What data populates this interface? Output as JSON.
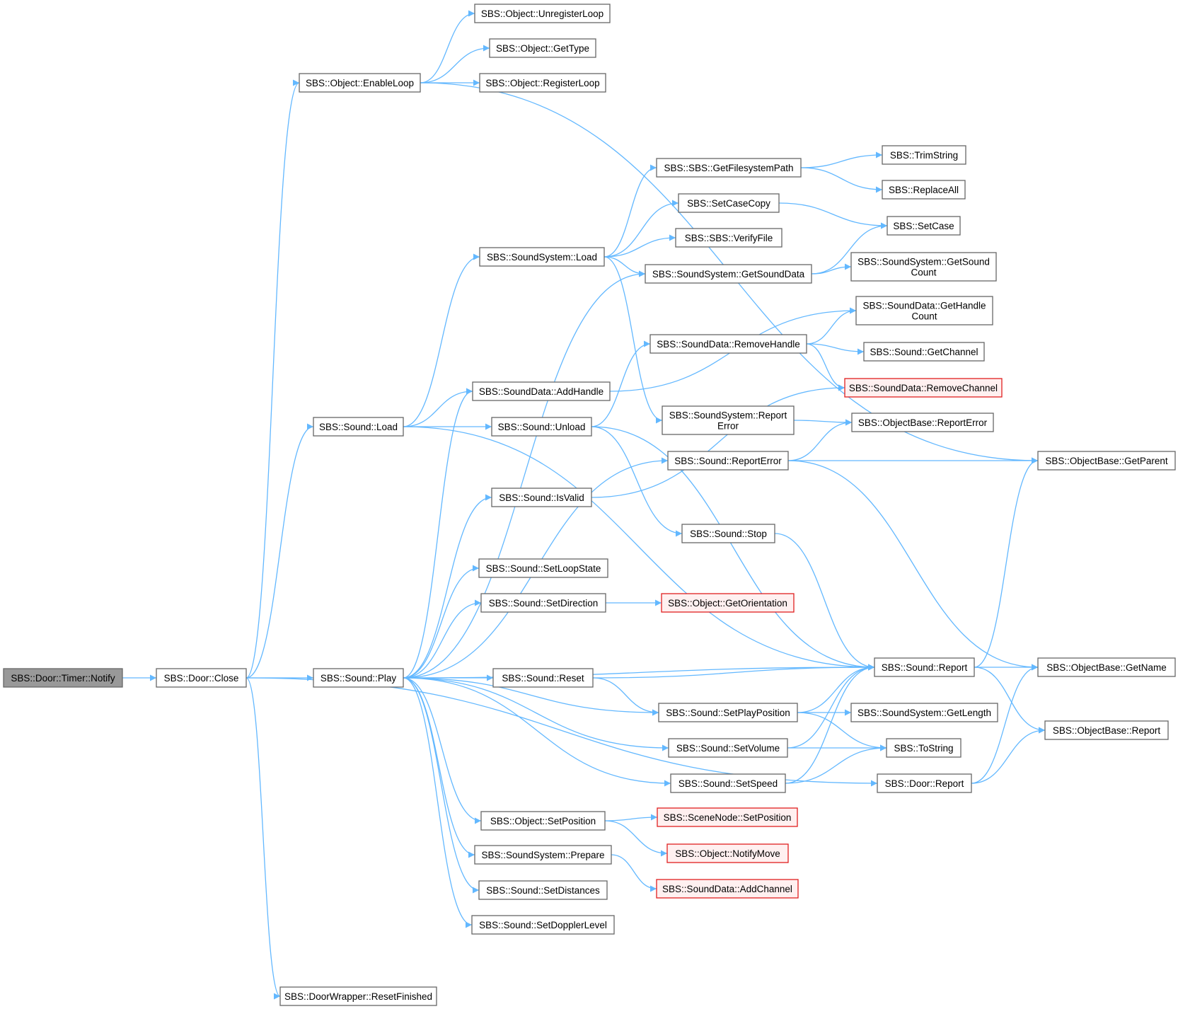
{
  "graph": {
    "colors": {
      "edge": "#63b8ff",
      "node_border": "#666666",
      "root_fill": "#999999",
      "red_border": "#e02020",
      "red_fill": "#fff0f0"
    },
    "nodes": [
      {
        "id": "notify",
        "label": [
          "SBS::Door::Timer::Notify"
        ],
        "root": true
      },
      {
        "id": "close",
        "label": [
          "SBS::Door::Close"
        ]
      },
      {
        "id": "enableloop",
        "label": [
          "SBS::Object::EnableLoop"
        ]
      },
      {
        "id": "unregloop",
        "label": [
          "SBS::Object::UnregisterLoop"
        ]
      },
      {
        "id": "gettype",
        "label": [
          "SBS::Object::GetType"
        ]
      },
      {
        "id": "regloop",
        "label": [
          "SBS::Object::RegisterLoop"
        ]
      },
      {
        "id": "sndload",
        "label": [
          "SBS::Sound::Load"
        ]
      },
      {
        "id": "sndplay",
        "label": [
          "SBS::Sound::Play"
        ]
      },
      {
        "id": "resetfinished",
        "label": [
          "SBS::DoorWrapper::ResetFinished"
        ]
      },
      {
        "id": "ssload",
        "label": [
          "SBS::SoundSystem::Load"
        ]
      },
      {
        "id": "getfspath",
        "label": [
          "SBS::SBS::GetFilesystemPath"
        ]
      },
      {
        "id": "setcasecopy",
        "label": [
          "SBS::SetCaseCopy"
        ]
      },
      {
        "id": "verifyfile",
        "label": [
          "SBS::SBS::VerifyFile"
        ]
      },
      {
        "id": "getsounddata",
        "label": [
          "SBS::SoundSystem::GetSoundData"
        ]
      },
      {
        "id": "trimstring",
        "label": [
          "SBS::TrimString"
        ]
      },
      {
        "id": "replaceall",
        "label": [
          "SBS::ReplaceAll"
        ]
      },
      {
        "id": "setcase",
        "label": [
          "SBS::SetCase"
        ]
      },
      {
        "id": "getsoundcount",
        "label": [
          "SBS::SoundSystem::GetSound",
          "Count"
        ]
      },
      {
        "id": "gethandlecount",
        "label": [
          "SBS::SoundData::GetHandle",
          "Count"
        ]
      },
      {
        "id": "removehandle",
        "label": [
          "SBS::SoundData::RemoveHandle"
        ]
      },
      {
        "id": "getchannel",
        "label": [
          "SBS::Sound::GetChannel"
        ]
      },
      {
        "id": "removechannel",
        "label": [
          "SBS::SoundData::RemoveChannel"
        ],
        "red": true
      },
      {
        "id": "addhandle",
        "label": [
          "SBS::SoundData::AddHandle"
        ]
      },
      {
        "id": "unload",
        "label": [
          "SBS::Sound::Unload"
        ]
      },
      {
        "id": "ssreporterror",
        "label": [
          "SBS::SoundSystem::Report",
          "Error"
        ]
      },
      {
        "id": "obreporterror",
        "label": [
          "SBS::ObjectBase::ReportError"
        ]
      },
      {
        "id": "sndreporterror",
        "label": [
          "SBS::Sound::ReportError"
        ]
      },
      {
        "id": "getparent",
        "label": [
          "SBS::ObjectBase::GetParent"
        ]
      },
      {
        "id": "isvalid",
        "label": [
          "SBS::Sound::IsValid"
        ]
      },
      {
        "id": "stop",
        "label": [
          "SBS::Sound::Stop"
        ]
      },
      {
        "id": "setloopstate",
        "label": [
          "SBS::Sound::SetLoopState"
        ]
      },
      {
        "id": "setdirection",
        "label": [
          "SBS::Sound::SetDirection"
        ]
      },
      {
        "id": "getorientation",
        "label": [
          "SBS::Object::GetOrientation"
        ],
        "red": true
      },
      {
        "id": "sndreport",
        "label": [
          "SBS::Sound::Report"
        ]
      },
      {
        "id": "getname",
        "label": [
          "SBS::ObjectBase::GetName"
        ]
      },
      {
        "id": "reset",
        "label": [
          "SBS::Sound::Reset"
        ]
      },
      {
        "id": "setplaypos",
        "label": [
          "SBS::Sound::SetPlayPosition"
        ]
      },
      {
        "id": "getlength",
        "label": [
          "SBS::SoundSystem::GetLength"
        ]
      },
      {
        "id": "obreport",
        "label": [
          "SBS::ObjectBase::Report"
        ]
      },
      {
        "id": "setvolume",
        "label": [
          "SBS::Sound::SetVolume"
        ]
      },
      {
        "id": "tostring",
        "label": [
          "SBS::ToString"
        ]
      },
      {
        "id": "setspeed",
        "label": [
          "SBS::Sound::SetSpeed"
        ]
      },
      {
        "id": "doorreport",
        "label": [
          "SBS::Door::Report"
        ]
      },
      {
        "id": "setposition",
        "label": [
          "SBS::Object::SetPosition"
        ]
      },
      {
        "id": "snsetposition",
        "label": [
          "SBS::SceneNode::SetPosition"
        ],
        "red": true
      },
      {
        "id": "notifymove",
        "label": [
          "SBS::Object::NotifyMove"
        ],
        "red": true
      },
      {
        "id": "prepare",
        "label": [
          "SBS::SoundSystem::Prepare"
        ]
      },
      {
        "id": "addchannel",
        "label": [
          "SBS::SoundData::AddChannel"
        ],
        "red": true
      },
      {
        "id": "setdistances",
        "label": [
          "SBS::Sound::SetDistances"
        ]
      },
      {
        "id": "setdoppler",
        "label": [
          "SBS::Sound::SetDopplerLevel"
        ]
      }
    ],
    "edges": [
      [
        "notify",
        "close"
      ],
      [
        "close",
        "enableloop"
      ],
      [
        "close",
        "sndload"
      ],
      [
        "close",
        "sndplay"
      ],
      [
        "close",
        "doorreport"
      ],
      [
        "close",
        "resetfinished"
      ],
      [
        "enableloop",
        "unregloop"
      ],
      [
        "enableloop",
        "gettype"
      ],
      [
        "enableloop",
        "regloop"
      ],
      [
        "enableloop",
        "getparent"
      ],
      [
        "sndload",
        "ssload"
      ],
      [
        "sndload",
        "addhandle"
      ],
      [
        "sndload",
        "unload"
      ],
      [
        "sndload",
        "sndreport"
      ],
      [
        "ssload",
        "getfspath"
      ],
      [
        "ssload",
        "setcasecopy"
      ],
      [
        "ssload",
        "verifyfile"
      ],
      [
        "ssload",
        "getsounddata"
      ],
      [
        "ssload",
        "ssreporterror"
      ],
      [
        "getfspath",
        "trimstring"
      ],
      [
        "getfspath",
        "replaceall"
      ],
      [
        "setcasecopy",
        "setcase"
      ],
      [
        "getsounddata",
        "setcase"
      ],
      [
        "getsounddata",
        "getsoundcount"
      ],
      [
        "addhandle",
        "gethandlecount"
      ],
      [
        "removehandle",
        "gethandlecount"
      ],
      [
        "removehandle",
        "getchannel"
      ],
      [
        "removehandle",
        "removechannel"
      ],
      [
        "unload",
        "removehandle"
      ],
      [
        "unload",
        "stop"
      ],
      [
        "unload",
        "sndreport"
      ],
      [
        "ssreporterror",
        "obreporterror"
      ],
      [
        "sndreporterror",
        "obreporterror"
      ],
      [
        "sndreporterror",
        "getparent"
      ],
      [
        "sndreporterror",
        "getname"
      ],
      [
        "isvalid",
        "removechannel"
      ],
      [
        "stop",
        "sndreport"
      ],
      [
        "sndplay",
        "getsounddata"
      ],
      [
        "sndplay",
        "addhandle"
      ],
      [
        "sndplay",
        "sndreporterror"
      ],
      [
        "sndplay",
        "isvalid"
      ],
      [
        "sndplay",
        "setloopstate"
      ],
      [
        "sndplay",
        "setdirection"
      ],
      [
        "sndplay",
        "sndreport"
      ],
      [
        "sndplay",
        "reset"
      ],
      [
        "sndplay",
        "setplaypos"
      ],
      [
        "sndplay",
        "setvolume"
      ],
      [
        "sndplay",
        "setspeed"
      ],
      [
        "sndplay",
        "setposition"
      ],
      [
        "sndplay",
        "prepare"
      ],
      [
        "sndplay",
        "setdistances"
      ],
      [
        "sndplay",
        "setdoppler"
      ],
      [
        "setdirection",
        "getorientation"
      ],
      [
        "sndreport",
        "getparent"
      ],
      [
        "sndreport",
        "getname"
      ],
      [
        "sndreport",
        "obreport"
      ],
      [
        "reset",
        "sndreport"
      ],
      [
        "reset",
        "setplaypos"
      ],
      [
        "setplaypos",
        "sndreport"
      ],
      [
        "setplaypos",
        "getlength"
      ],
      [
        "setplaypos",
        "tostring"
      ],
      [
        "setvolume",
        "sndreport"
      ],
      [
        "setvolume",
        "tostring"
      ],
      [
        "setspeed",
        "sndreport"
      ],
      [
        "setspeed",
        "tostring"
      ],
      [
        "doorreport",
        "getname"
      ],
      [
        "doorreport",
        "obreport"
      ],
      [
        "setposition",
        "snsetposition"
      ],
      [
        "setposition",
        "notifymove"
      ],
      [
        "prepare",
        "addchannel"
      ]
    ]
  }
}
